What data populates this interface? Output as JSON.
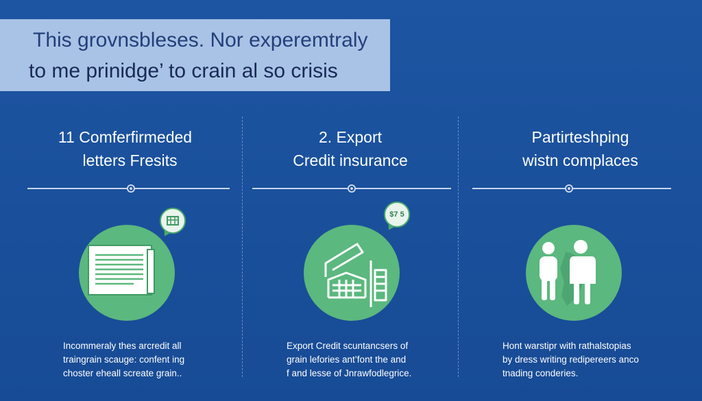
{
  "headline": {
    "line1": "This grovnsbleses. Nor experemtraly",
    "line2": "to me prinidge’ to crain al so crisis"
  },
  "columns": [
    {
      "title_lines": [
        "11 Comferfirmeded",
        "letters Fresits"
      ],
      "icon": "document-icon",
      "badge_icon": "building-icon",
      "body_lines": [
        "Incommeraly thes arcredit all",
        "traingrain scauge: confent ing",
        "choster eheall screate grain.."
      ]
    },
    {
      "title_lines": [
        "2. Export",
        "Credit insurance"
      ],
      "icon": "warehouse-icon",
      "badge_text": "$7 5",
      "body_lines": [
        "Export Credit scuntancsers of",
        "grain lefories ant’font the and",
        "f  and lesse of Jnrawfodlegrice."
      ]
    },
    {
      "title_lines": [
        "Partirteshping",
        "wistn complaces"
      ],
      "icon": "people-icon",
      "body_lines": [
        "Hont warstipr with rathalstopias",
        "by dress writing redipereers anco",
        "tnading conderies."
      ]
    }
  ],
  "colors": {
    "background": "#1d55a2",
    "headline_box": "#a9c3e6",
    "circle": "#5bb87e",
    "text": "#ffffff"
  }
}
